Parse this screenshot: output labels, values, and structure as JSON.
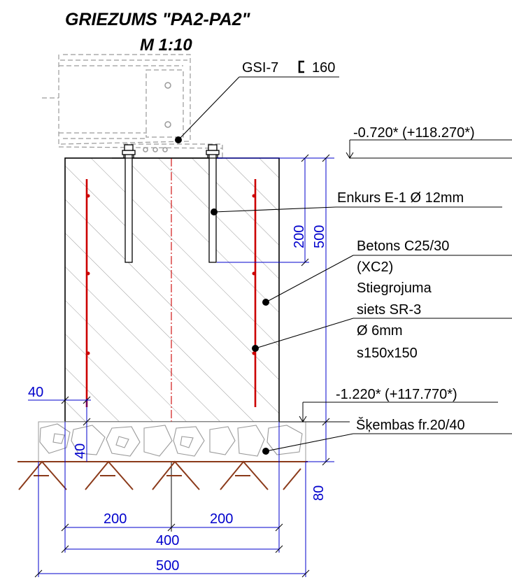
{
  "title": "GRIEZUMS  \"PA2-PA2\"",
  "scale": "M 1:10",
  "labels": {
    "gsi": "GSI-7",
    "gsi_size": "160",
    "level_top": "-0.720* (+118.270*)",
    "level_bottom": "-1.220* (+117.770*)",
    "anchor": "Enkurs E-1 Ø 12mm",
    "concrete_1": "Betons  C25/30",
    "concrete_2": "(XC2)",
    "rebar_1": "Stiegrojuma",
    "rebar_2": "siets SR-3",
    "rebar_3": "Ø 6mm",
    "rebar_4": "s150x150",
    "gravel": "Šķembas fr.20/40"
  },
  "dimensions": {
    "anchor_depth": "200",
    "footing_height": "500",
    "cover_side": "40",
    "cover_bottom": "40",
    "gravel_thickness": "80",
    "half_left": "200",
    "half_right": "200",
    "footing_width": "400",
    "gravel_width": "500"
  },
  "colors": {
    "rebar": "#cc0000",
    "dimension": "#0000cc",
    "ground": "#8b3a1a",
    "hatch": "#999999",
    "structure": "#000000"
  }
}
